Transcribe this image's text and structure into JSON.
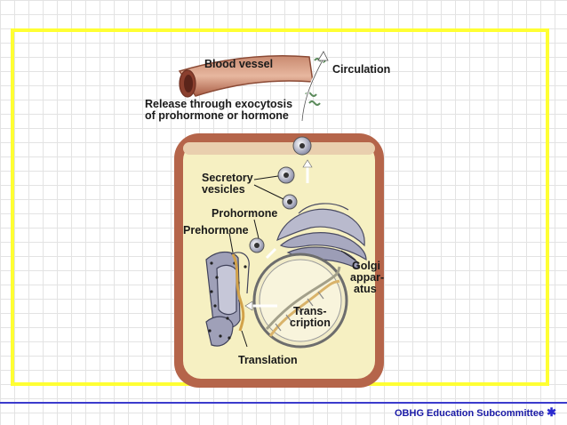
{
  "diagram": {
    "labels": {
      "blood_vessel": "Blood vessel",
      "circulation": "Circulation",
      "release_line1": "Release through exocytosis",
      "release_line2": "of prohormone or hormone",
      "secretory_line1": "Secretory",
      "secretory_line2": "vesicles",
      "prohormone": "Prohormone",
      "prehormone": "Prehormone",
      "golgi_line1": "Golgi",
      "golgi_line2": "appar-",
      "golgi_line3": "atus",
      "transcription_line1": "Trans-",
      "transcription_line2": "cription",
      "translation": "Translation"
    }
  },
  "footer": {
    "text": "OBHG Education Subcommittee",
    "icon": "asterisk-icon"
  },
  "colors": {
    "frame": "#ffff33",
    "footer_text": "#1a1aa6",
    "cell_fill": "#f6f0c2",
    "cell_wall": "#b5654a"
  }
}
